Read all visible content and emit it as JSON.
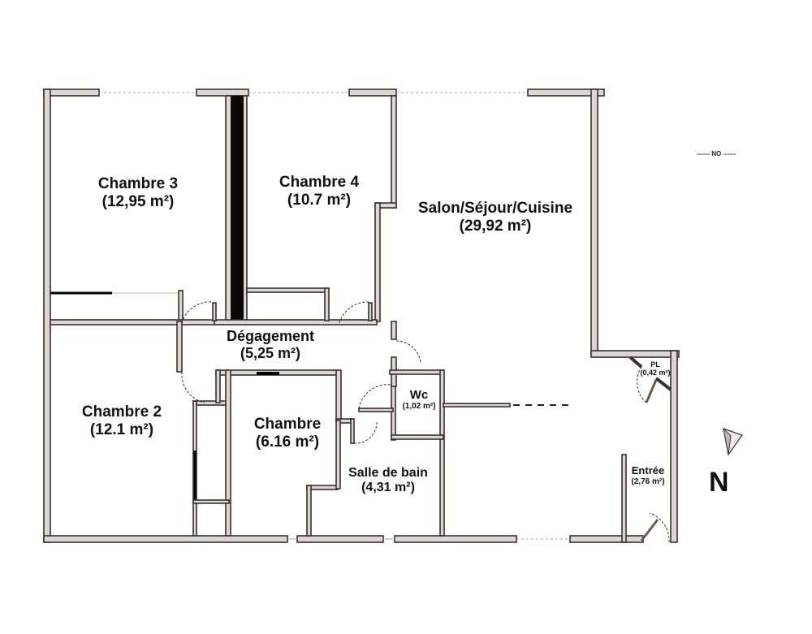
{
  "plan": {
    "rooms": [
      {
        "id": "chambre-3",
        "name": "Chambre 3",
        "area": "(12,95 m²)"
      },
      {
        "id": "chambre-4",
        "name": "Chambre 4",
        "area": "(10.7 m²)"
      },
      {
        "id": "salon",
        "name": "Salon/Séjour/Cuisine",
        "area": "(29,92 m²)"
      },
      {
        "id": "degagement",
        "name": "Dégagement",
        "area": "(5,25 m²)"
      },
      {
        "id": "chambre-2",
        "name": "Chambre 2",
        "area": "(12.1 m²)"
      },
      {
        "id": "chambre",
        "name": "Chambre",
        "area": "(6.16 m²)"
      },
      {
        "id": "wc",
        "name": "Wc",
        "area": "(1,02 m²)"
      },
      {
        "id": "salle-de-bain",
        "name": "Salle de bain",
        "area": "(4,31 m²)"
      },
      {
        "id": "pl",
        "name": "PL",
        "area": "(0,42 m²)"
      },
      {
        "id": "entree",
        "name": "Entrée",
        "area": "(2,76 m²)"
      }
    ],
    "orientation_label": "------ NO ------",
    "north_label": "N",
    "colors": {
      "wall_fill": "#ddd6d2",
      "wall_stroke": "#3b2f2f",
      "text": "#111111"
    }
  }
}
